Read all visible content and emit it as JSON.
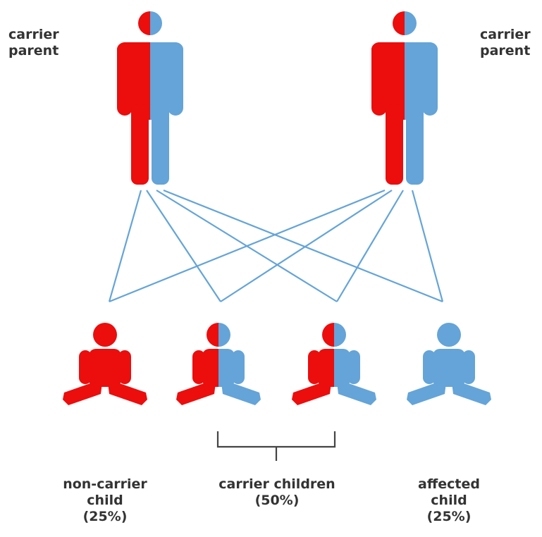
{
  "colors": {
    "recessive": "#ec0d0d",
    "dominant": "#64a4d8",
    "connector": "#64a4d8",
    "bracket": "#444444",
    "text": "#333333"
  },
  "parents": [
    {
      "id": "left",
      "label_lines": [
        "carrier",
        "parent"
      ],
      "type": "carrier"
    },
    {
      "id": "right",
      "label_lines": [
        "carrier",
        "parent"
      ],
      "type": "carrier"
    }
  ],
  "children": [
    {
      "id": "c1",
      "type": "non-carrier"
    },
    {
      "id": "c2",
      "type": "carrier"
    },
    {
      "id": "c3",
      "type": "carrier"
    },
    {
      "id": "c4",
      "type": "affected"
    }
  ],
  "captions": [
    {
      "id": "non-carrier",
      "lines": [
        "non-carrier",
        "child",
        "(25%)"
      ]
    },
    {
      "id": "carrier",
      "lines": [
        "carrier children",
        "(50%)"
      ]
    },
    {
      "id": "affected",
      "lines": [
        "affected",
        "child",
        "(25%)"
      ]
    }
  ]
}
